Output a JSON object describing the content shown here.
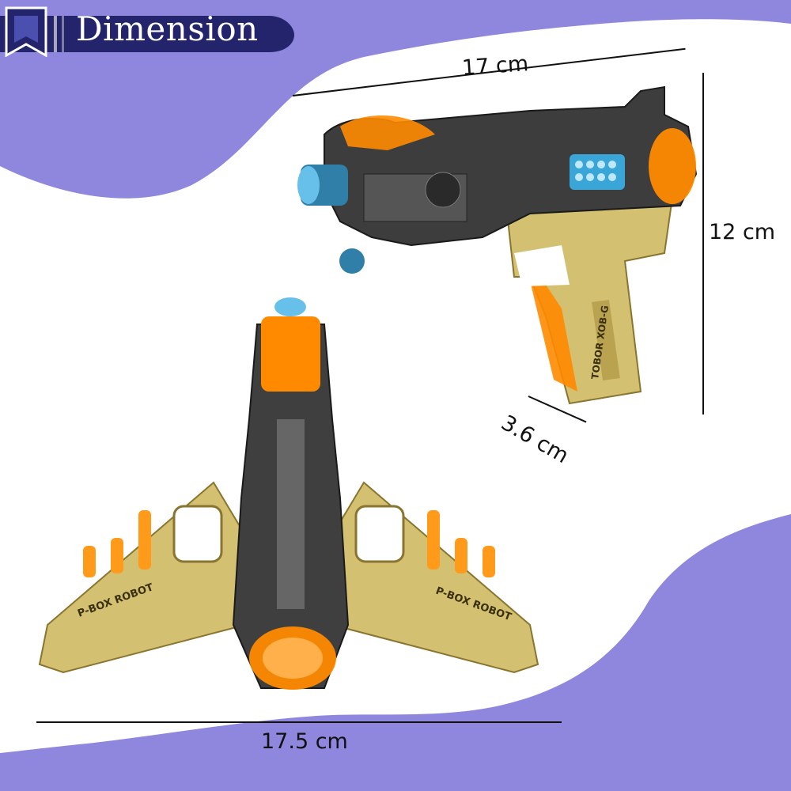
{
  "title": "Dimension",
  "dimensions": {
    "length_top": "17 cm",
    "height": "12 cm",
    "depth": "3.6 cm",
    "wingspan": "17.5 cm"
  },
  "product": {
    "side_label": "TOBOR XOB-G",
    "wing_label": "P-BOX ROBOT"
  },
  "colors": {
    "background": "#8e87dd",
    "banner": "#23246b",
    "panel": "#ffffff",
    "gold": "#c9b45a",
    "orange": "#ff8a00",
    "chrome": "#3f3f3f"
  },
  "icons": [
    "bookmark-icon"
  ]
}
